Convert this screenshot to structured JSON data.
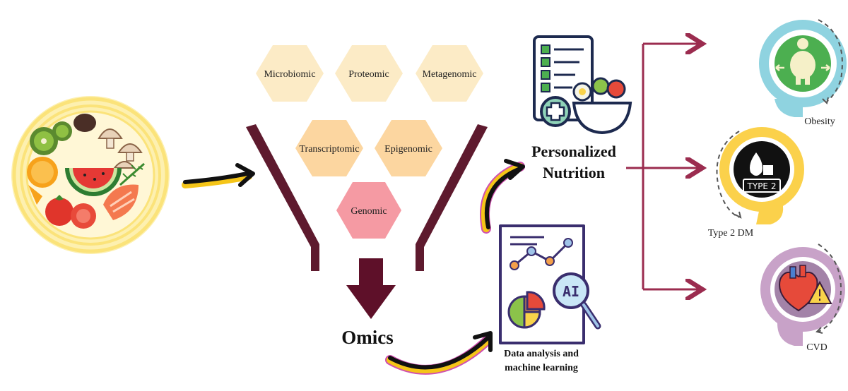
{
  "omics_layers": [
    {
      "label": "Microbiomic",
      "color": "#fcebc6"
    },
    {
      "label": "Proteomic",
      "color": "#fcebc6"
    },
    {
      "label": "Metagenomic",
      "color": "#fcebc6"
    },
    {
      "label": "Transcriptomic",
      "color": "#fcd6a0"
    },
    {
      "label": "Epigenomic",
      "color": "#fcd6a0"
    },
    {
      "label": "Genomic",
      "color": "#f59aa3"
    }
  ],
  "funnel_output": {
    "label": "Omics"
  },
  "data_analysis": {
    "line1": "Data analysis and",
    "line2": "machine learning",
    "ai_text": "AI"
  },
  "personalized": {
    "line1": "Personalized",
    "line2": "Nutrition"
  },
  "outcomes": [
    {
      "label": "Obesity",
      "ring_color": "#8fd3e0"
    },
    {
      "label": "Type 2 DM",
      "ring_color": "#fbd14b",
      "badge_text": "TYPE 2"
    },
    {
      "label": "CVD",
      "ring_color": "#c8a2c8"
    }
  ],
  "colors": {
    "maroon": "#5e1029",
    "funnel": "#5e1a2e",
    "branch": "#9b2c4f",
    "plate_yellow": "#fbe37a",
    "curve_arrow_outline": "#d04fb0",
    "curve_arrow_fill": "#111111",
    "curve_arrow_glow": "#f5c518"
  }
}
